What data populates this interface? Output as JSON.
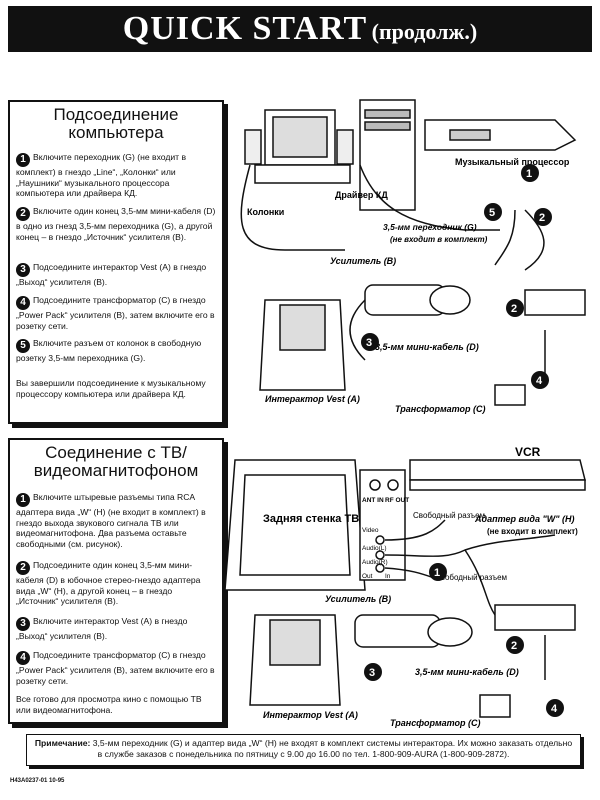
{
  "banner": {
    "title": "QUICK START",
    "subtitle": "(продолж.)"
  },
  "section1": {
    "title": "Подсоединение компьютера",
    "steps": [
      {
        "num": "1",
        "text": "Включите переходник (G) (не входит в комплект) в гнездо „Line“, „Колонки“ или „Наушники“ музыкального процессора компьютера или драйвера КД."
      },
      {
        "num": "2",
        "text": "Включите один конец 3,5-мм мини-кабеля (D) в одно из гнезд 3,5-мм переходника (G), а другой конец – в гнездо „Источник“ усилителя (B)."
      },
      {
        "num": "3",
        "text": "Подсоедините интерактор Vest (A) в гнездо „Выход“ усилителя (B)."
      },
      {
        "num": "4",
        "text": "Подсоедините трансформатор (C) в гнездо „Power Pack“ усилителя (B), затем включите его в розетку сети."
      },
      {
        "num": "5",
        "text": "Включите разъем от колонок в свободную розетку 3,5-мм переходника (G)."
      }
    ],
    "closing": "Вы завершили подсоединение к музыкальному процессору компьютера или драйвера КД."
  },
  "diagram1": {
    "labels": {
      "speakers": "Колонки",
      "cd_driver": "Драйвер КД",
      "music_processor": "Музыкальный процессор",
      "adapter": "3,5-мм переходник (G)",
      "adapter_note": "(не входит в комплект)",
      "amplifier": "Усилитель (B)",
      "minicable": "3,5-мм мини-кабель (D)",
      "vest": "Интерактор Vest (A)",
      "transformer": "Трансформатор (C)"
    },
    "markers": [
      "1",
      "2",
      "3",
      "4",
      "5",
      "2"
    ]
  },
  "section2": {
    "title": "Соединение с ТВ/видеомагнитофоном",
    "steps": [
      {
        "num": "1",
        "text": "Включите штыревые разъемы типа RCA адаптера вида „W“ (H) (не входит в комплект) в гнездо выхода звукового сигнала ТВ или видеомагнитофона. Два разъема оставьте свободными (см. рисунок)."
      },
      {
        "num": "2",
        "text": "Подсоедините один конец 3,5-мм мини-кабеля (D) в юбочное стерео-гнездо адаптера вида „W“ (H), а другой конец – в гнездо „Источник“ усилителя (B)."
      },
      {
        "num": "3",
        "text": "Включите интерактор Vest (A) в гнездо „Выход“ усилителя (B)."
      },
      {
        "num": "4",
        "text": "Подсоедините трансформатор (C) в гнездо „Power Pack“ усилителя (B), затем включите его в розетку сети."
      }
    ],
    "closing": "Все готово для просмотра кино с помощью ТВ или видеомагнитофона."
  },
  "diagram2": {
    "labels": {
      "vcr": "VCR",
      "tv_back": "Задняя стенка ТВ",
      "free_jack1": "Свободный разъем",
      "free_jack2": "Свободный разъем",
      "w_adapter": "Адаптер вида \"W\" (H)",
      "w_note": "(не входит в комплект)",
      "amplifier": "Усилитель (B)",
      "minicable": "3,5-мм мини-кабель (D)",
      "vest": "Интерактор Vest (A)",
      "transformer": "Трансформатор (C)",
      "ant": "ANT IN",
      "rf": "RF OUT",
      "video": "Video",
      "audio_l": "Audio(L)",
      "audio_r": "Audio(R)",
      "out": "Out",
      "in": "In"
    },
    "markers": [
      "1",
      "2",
      "3",
      "4"
    ]
  },
  "note": {
    "label": "Примечание:",
    "text": "3,5-мм переходник (G) и адаптер вида „W“ (H) не входят в комплект системы интерактора. Их можно заказать отдельно в службе заказов с понедельника по пятницу с 9.00 до 16.00 по тел. 1-800-909-AURA (1-800-909-2872)."
  },
  "footer_code": "H43A0237-01 10-95"
}
